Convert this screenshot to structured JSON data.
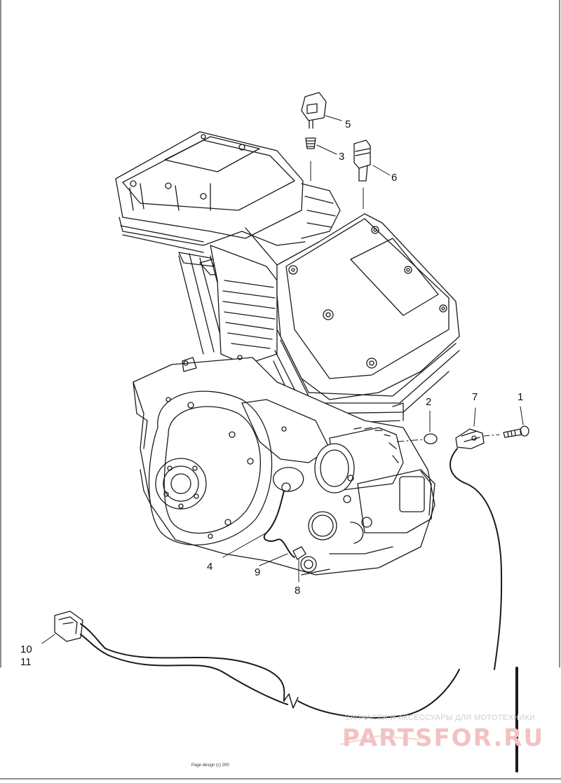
{
  "diagram": {
    "callouts": [
      "1",
      "2",
      "3",
      "4",
      "5",
      "6",
      "7",
      "8",
      "9",
      "10",
      "11"
    ]
  },
  "watermark": {
    "line1": "ЗАПЧАСТИ И АКСЕССУАРЫ ДЛЯ МОТОТЕХНИКИ",
    "line2": "PARTSFOR.RU"
  },
  "footer": {
    "text": "Page design (c) 200"
  },
  "colors": {
    "line": "#1a1a1a",
    "watermark": "#f2c2c2"
  }
}
